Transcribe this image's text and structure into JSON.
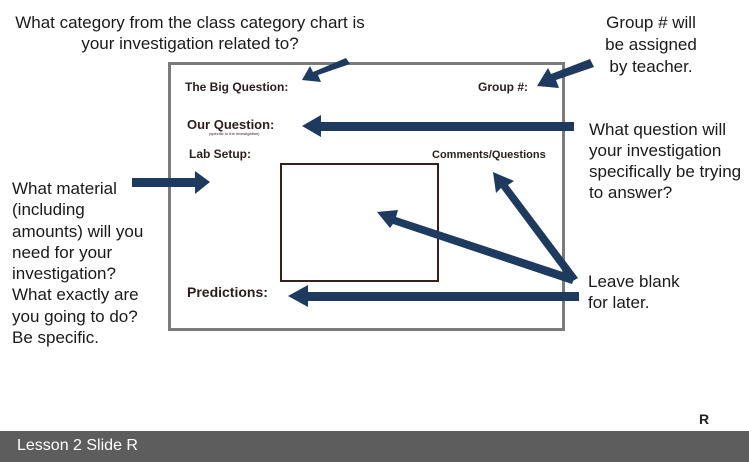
{
  "notes": {
    "category": "What category from the class category chart is your investigation related to?",
    "group": "Group # will be assigned by teacher.",
    "question": "What question will your investigation specifically be trying to answer?",
    "material": "What material (including amounts) will you need for your investigation? What exactly are you going to do? Be specific.",
    "blank": "Leave blank for later."
  },
  "board": {
    "big_question": "The Big Question:",
    "group_num": "Group #:",
    "our_question": "Our Question:",
    "our_question_sub": "(specific to the investigation)",
    "lab_setup": "Lab Setup:",
    "comments": "Comments/Questions",
    "predictions": "Predictions:"
  },
  "footer": {
    "label": "Lesson 2 Slide R"
  },
  "corner_mark": "R",
  "colors": {
    "arrow": "#1f3a5f",
    "footer_bg": "#5d5d5d",
    "border": "#7b7b7b"
  }
}
